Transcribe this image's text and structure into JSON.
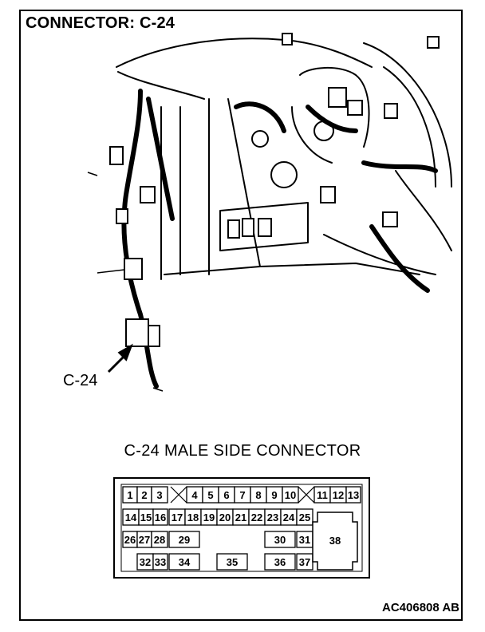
{
  "header": {
    "title": "CONNECTOR: C-24"
  },
  "illustration": {
    "callout_label": "C-24"
  },
  "connector": {
    "title": "C-24 MALE SIDE CONNECTOR",
    "pins": [
      "1",
      "2",
      "3",
      "4",
      "5",
      "6",
      "7",
      "8",
      "9",
      "10",
      "11",
      "12",
      "13",
      "14",
      "15",
      "16",
      "17",
      "18",
      "19",
      "20",
      "21",
      "22",
      "23",
      "24",
      "25",
      "26",
      "27",
      "28",
      "29",
      "30",
      "31",
      "32",
      "33",
      "34",
      "35",
      "36",
      "37",
      "38"
    ]
  },
  "footer": {
    "reference": "AC406808 AB"
  }
}
